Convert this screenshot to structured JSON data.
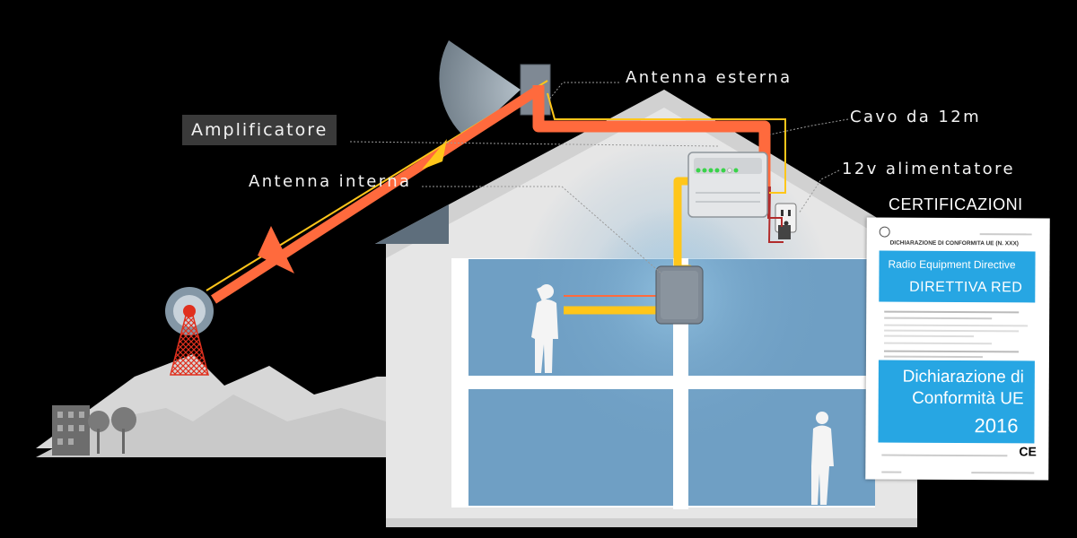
{
  "labels": {
    "antenna_esterna": "Antenna esterna",
    "amplificatore": "Amplificatore",
    "antenna_interna": "Antenna interna",
    "cavo": "Cavo da 12m",
    "alimentatore": "12v alimentatore"
  },
  "certificazioni": {
    "title": "CERTIFICAZIONI",
    "doc_heading": "DICHIARAZIONE DI CONFORMITA UE (N. XXX)",
    "red_line1": "Radio Equipment Directive",
    "red_line2": "DIRETTIVA RED",
    "conf_line1": "Dichiarazione di",
    "conf_line2": "Conformità UE",
    "conf_year": "2016",
    "ce_mark": "CE"
  },
  "colors": {
    "signal_orange": "#ff6a3d",
    "cable_yellow": "#ffc61a",
    "certificate_blue": "#27a6e3"
  }
}
